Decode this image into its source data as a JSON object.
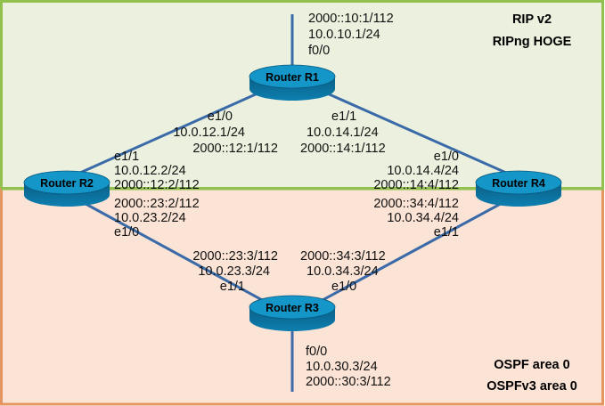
{
  "zones": {
    "top": {
      "lines": [
        "RIP v2",
        "RIPng HOGE"
      ],
      "fill": "#ebf1de",
      "border": "#92c14f"
    },
    "bottom": {
      "lines": [
        "OSPF area 0",
        "OSPFv3 area 0"
      ],
      "fill": "#fbe3d5",
      "border": "#e59560"
    }
  },
  "router_color": "#1496c8",
  "routers": {
    "r1": {
      "label": "Router R1"
    },
    "r2": {
      "label": "Router R2"
    },
    "r3": {
      "label": "Router R3"
    },
    "r4": {
      "label": "Router R4"
    }
  },
  "interfaces": {
    "r1_f0_0": [
      "2000::10:1/112",
      "10.0.10.1/24",
      "f0/0"
    ],
    "r1_e1_0": [
      "e1/0",
      "10.0.12.1/24",
      "2000::12:1/112"
    ],
    "r1_e1_1": [
      "e1/1",
      "10.0.14.1/24",
      "2000::14:1/112"
    ],
    "r2_e1_1": [
      "e1/1",
      "10.0.12.2/24",
      "2000::12:2/112"
    ],
    "r2_e1_0": [
      "2000::23:2/112",
      "10.0.23.2/24",
      "e1/0"
    ],
    "r4_e1_0": [
      "e1/0",
      "10.0.14.4/24",
      "2000::14:4/112"
    ],
    "r4_e1_1": [
      "2000::34:4/112",
      "10.0.34.4/24",
      "e1/1"
    ],
    "r3_e1_1": [
      "2000::23:3/112",
      "10.0.23.3/24",
      "e1/1"
    ],
    "r3_e1_0": [
      "2000::34:3/112",
      "10.0.34.3/24",
      "e1/0"
    ],
    "r3_f0_0": [
      "f0/0",
      "10.0.30.3/24",
      "2000::30:3/112"
    ]
  }
}
